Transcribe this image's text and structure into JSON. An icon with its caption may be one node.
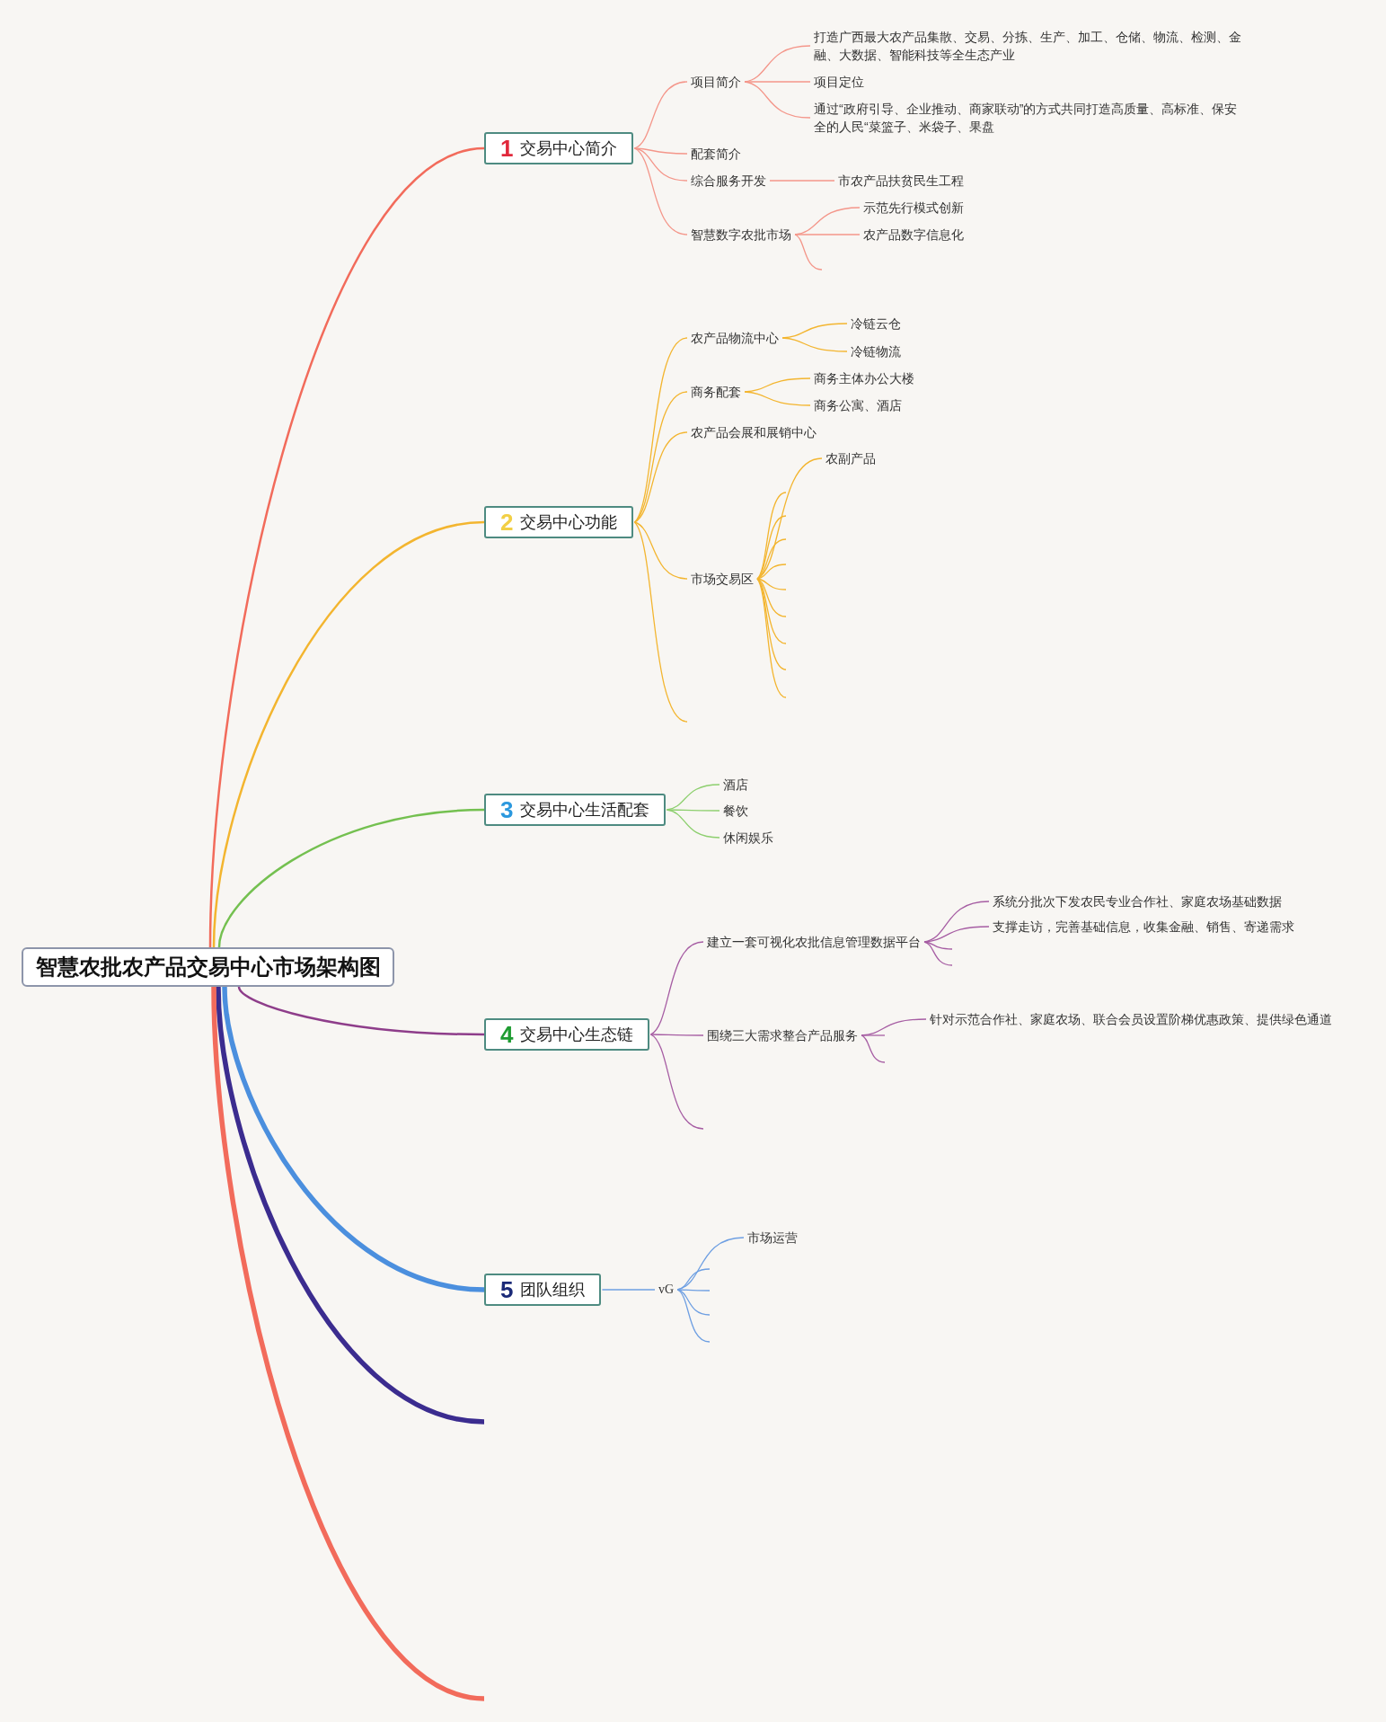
{
  "diagram": {
    "nodes": [
      {
        "text": [
          "智慧农批农产品交易中心市场架构图"
        ]
      },
      {
        "text": [
          "1",
          "交易中心简介"
        ]
      },
      {
        "text": [
          "项目简介"
        ]
      },
      {
        "text": [
          "打造广西最大农产品集散、交易、分拣、生产、加工、仓储、物流、检测、金融、大数据、智能科技等全生态产业"
        ]
      },
      {
        "text": [
          "项目定位"
        ]
      },
      {
        "text": [
          "通过“政府引导、企业推动、商家联动”的方式共同打造高质量、高标准、保安全的人民“菜篮子、米袋子、果盘"
        ]
      },
      {
        "text": [
          "配套简介"
        ]
      },
      {
        "text": [
          "综合服务开发"
        ]
      },
      {
        "text": [
          "市农产品扶贫民生工程"
        ]
      },
      {
        "text": [
          "智慧数字农批市场"
        ]
      },
      {
        "text": [
          "示范先行模式创新"
        ]
      },
      {
        "text": [
          "农产品数字信息化"
        ]
      },
      {
        "text": [
          "2",
          "交易中心功能"
        ]
      },
      {
        "text": [
          "农产品物流中心"
        ]
      },
      {
        "text": [
          "冷链云仓"
        ]
      },
      {
        "text": [
          "冷链物流"
        ]
      },
      {
        "text": [
          "商务配套"
        ]
      },
      {
        "text": [
          "商务主体办公大楼"
        ]
      },
      {
        "text": [
          "商务公寓、酒店"
        ]
      },
      {
        "text": [
          "农产品会展和展销中心"
        ]
      },
      {
        "text": [
          "市场交易区"
        ]
      },
      {
        "text": [
          "农副产品"
        ]
      },
      {
        "text": [
          "3",
          "交易中心生活配套"
        ]
      },
      {
        "text": [
          "酒店"
        ]
      },
      {
        "text": [
          "餐饮"
        ]
      },
      {
        "text": [
          "休闲娱乐"
        ]
      },
      {
        "text": [
          "4",
          "交易中心生态链"
        ]
      },
      {
        "text": [
          "建立一套可视化农批信息管理数据平台"
        ]
      },
      {
        "text": [
          "系统分批次下发农民专业合作社、家庭农场基础数据"
        ]
      },
      {
        "text": [
          "支撑走访，完善基础信息，收集金融、销售、寄递需求"
        ]
      },
      {
        "text": [
          "围绕三大需求整合产品服务"
        ]
      },
      {
        "text": [
          "针对示范合作社、家庭农场、联合会员设置阶梯优惠政策、提供绿色通道"
        ]
      },
      {
        "text": [
          "5",
          "团队组织"
        ]
      },
      {
        "text": [
          "vG"
        ]
      },
      {
        "text": [
          "市场运营"
        ]
      }
    ],
    "edges": [
      {
        "from": 0,
        "to": 1,
        "arrow": "none",
        "color": "#f26b5b"
      },
      {
        "from": 0,
        "to": 12,
        "arrow": "none"
      },
      {
        "from": 0,
        "to": 22,
        "arrow": "none",
        "color": "#74c050"
      },
      {
        "from": 0,
        "to": 26,
        "arrow": "none",
        "color": "#8e3d8a"
      },
      {
        "from": 0,
        "to": 32,
        "arrow": "none",
        "style": "thick",
        "color": "#4b8fde"
      },
      {
        "from": 0,
        "to": null,
        "arrow": "none",
        "style": "thick",
        "color": "#3b2c8f"
      },
      {
        "from": 0,
        "to": null,
        "arrow": "none",
        "style": "thick",
        "color": "#f26b5b"
      },
      {
        "from": 1,
        "to": 2,
        "arrow": "none",
        "color": "#f4968a"
      },
      {
        "from": 1,
        "to": 6,
        "arrow": "none",
        "color": "#f4968a"
      },
      {
        "from": 1,
        "to": 7,
        "arrow": "none",
        "color": "#f4968a"
      },
      {
        "from": 1,
        "to": 9,
        "arrow": "none",
        "color": "#f4968a"
      },
      {
        "from": 2,
        "to": 3,
        "arrow": "none",
        "color": "#f4968a"
      },
      {
        "from": 2,
        "to": 4,
        "arrow": "none",
        "color": "#f4968a"
      },
      {
        "from": 2,
        "to": 5,
        "arrow": "none",
        "color": "#f4968a"
      },
      {
        "from": 7,
        "to": 8,
        "arrow": "none",
        "color": "#f4968a"
      },
      {
        "from": 9,
        "to": 10,
        "arrow": "none",
        "color": "#f4968a"
      },
      {
        "from": 9,
        "to": 11,
        "arrow": "none",
        "color": "#f4968a"
      },
      {
        "from": 9,
        "to": null,
        "arrow": "none",
        "color": "#f4968a"
      },
      {
        "from": 12,
        "to": 13,
        "arrow": "none"
      },
      {
        "from": 12,
        "to": 16,
        "arrow": "none"
      },
      {
        "from": 12,
        "to": 19,
        "arrow": "none"
      },
      {
        "from": 12,
        "to": 20,
        "arrow": "none"
      },
      {
        "from": 12,
        "to": null,
        "arrow": "none"
      },
      {
        "from": 13,
        "to": 14,
        "arrow": "none"
      },
      {
        "from": 13,
        "to": 15,
        "arrow": "none"
      },
      {
        "from": 16,
        "to": 17,
        "arrow": "none"
      },
      {
        "from": 16,
        "to": 18,
        "arrow": "none"
      },
      {
        "from": 20,
        "to": 21,
        "arrow": "none"
      },
      {
        "from": 20,
        "to": null,
        "arrow": "none"
      },
      {
        "from": 20,
        "to": null,
        "arrow": "none"
      },
      {
        "from": 20,
        "to": null,
        "arrow": "none"
      },
      {
        "from": 20,
        "to": null,
        "arrow": "none"
      },
      {
        "from": 20,
        "to": null,
        "arrow": "none"
      },
      {
        "from": 20,
        "to": null,
        "arrow": "none"
      },
      {
        "from": 20,
        "to": null,
        "arrow": "none"
      },
      {
        "from": 20,
        "to": null,
        "arrow": "none"
      },
      {
        "from": 20,
        "to": null,
        "arrow": "none"
      },
      {
        "from": 22,
        "to": 23,
        "arrow": "none",
        "color": "#8dcf6e"
      },
      {
        "from": 22,
        "to": 24,
        "arrow": "none",
        "color": "#8dcf6e"
      },
      {
        "from": 22,
        "to": 25,
        "arrow": "none",
        "color": "#8dcf6e"
      },
      {
        "from": 26,
        "to": 27,
        "arrow": "none",
        "color": "#a65da3"
      },
      {
        "from": 26,
        "to": 30,
        "arrow": "none",
        "color": "#a65da3"
      },
      {
        "from": 26,
        "to": null,
        "arrow": "none",
        "color": "#a65da3"
      },
      {
        "from": 27,
        "to": 28,
        "arrow": "none",
        "color": "#a65da3"
      },
      {
        "from": 27,
        "to": 29,
        "arrow": "none",
        "color": "#a65da3"
      },
      {
        "from": 27,
        "to": null,
        "arrow": "none",
        "color": "#a65da3"
      },
      {
        "from": 27,
        "to": null,
        "arrow": "none",
        "color": "#a65da3"
      },
      {
        "from": 30,
        "to": 31,
        "arrow": "none",
        "color": "#a65da3"
      },
      {
        "from": 30,
        "to": null,
        "arrow": "none",
        "color": "#a65da3"
      },
      {
        "from": 30,
        "to": null,
        "arrow": "none",
        "color": "#a65da3"
      },
      {
        "from": 32,
        "to": 33,
        "arrow": "none",
        "color": "#6e9fe2"
      },
      {
        "from": 33,
        "to": 34,
        "arrow": "none",
        "color": "#6e9fe2"
      },
      {
        "from": 33,
        "to": null,
        "arrow": "none",
        "color": "#6e9fe2"
      },
      {
        "from": 33,
        "to": null,
        "arrow": "none",
        "color": "#6e9fe2"
      },
      {
        "from": 33,
        "to": null,
        "arrow": "none",
        "color": "#6e9fe2"
      },
      {
        "from": 33,
        "to": null,
        "arrow": "none",
        "color": "#6e9fe2"
      }
    ]
  }
}
